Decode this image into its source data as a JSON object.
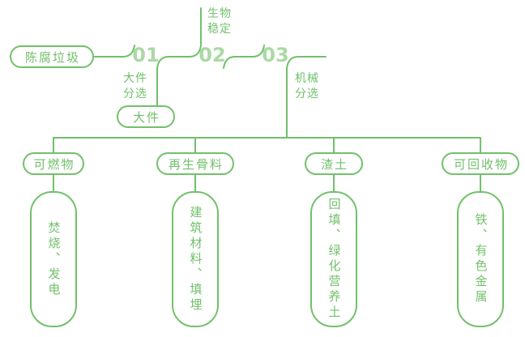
{
  "colors": {
    "accent": "#72c06b",
    "step_number": "#abd9a5"
  },
  "flow": {
    "source_label": "陈腐垃圾",
    "steps": [
      {
        "num": "01",
        "label": "大件\n分选"
      },
      {
        "num": "02",
        "label": "生物\n稳定"
      },
      {
        "num": "03",
        "label": "机械\n分选"
      }
    ],
    "large_item_label": "大件"
  },
  "outputs": [
    {
      "category": "可燃物",
      "use": "焚烧、发电"
    },
    {
      "category": "再生骨料",
      "use": "建筑材料、填埋"
    },
    {
      "category": "渣土",
      "use": "回填、绿化营养土"
    },
    {
      "category": "可回收物",
      "use": "铁、有色金属"
    }
  ]
}
